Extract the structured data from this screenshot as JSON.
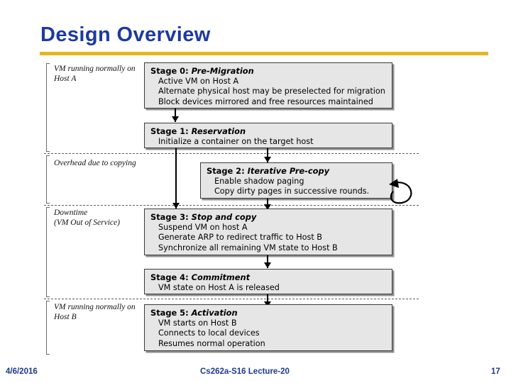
{
  "slide": {
    "title": "Design Overview",
    "accent_color": "#e8b51e",
    "title_color": "#1d3a9e",
    "box_fill": "#e6e6e6",
    "box_border": "#3a3a3a"
  },
  "phases": [
    {
      "label": "VM running normally on\nHost A"
    },
    {
      "label": "Overhead due to copying"
    },
    {
      "label": "Downtime\n(VM Out of Service)"
    },
    {
      "label": "VM running normally on\nHost B"
    }
  ],
  "stages": [
    {
      "number": "Stage 0:",
      "name": "Pre-Migration",
      "lines": [
        "Active VM on Host A",
        "Alternate physical host may be preselected for migration",
        "Block devices mirrored and free resources maintained"
      ]
    },
    {
      "number": "Stage 1:",
      "name": "Reservation",
      "lines": [
        "Initialize a container on the target host"
      ]
    },
    {
      "number": "Stage 2:",
      "name": "Iterative Pre-copy",
      "lines": [
        "Enable shadow paging",
        "Copy dirty pages in successive rounds."
      ]
    },
    {
      "number": "Stage 3:",
      "name": "Stop and copy",
      "lines": [
        "Suspend VM on host A",
        "Generate ARP to redirect traffic to Host B",
        "Synchronize all remaining VM state to Host B"
      ]
    },
    {
      "number": "Stage 4:",
      "name": "Commitment",
      "lines": [
        "VM state on Host A is released"
      ]
    },
    {
      "number": "Stage 5:",
      "name": "Activation",
      "lines": [
        "VM starts on Host B",
        "Connects to local devices",
        "Resumes normal operation"
      ]
    }
  ],
  "footer": {
    "date": "4/6/2016",
    "center": "Cs262a-S16 Lecture-20",
    "page": "17"
  }
}
